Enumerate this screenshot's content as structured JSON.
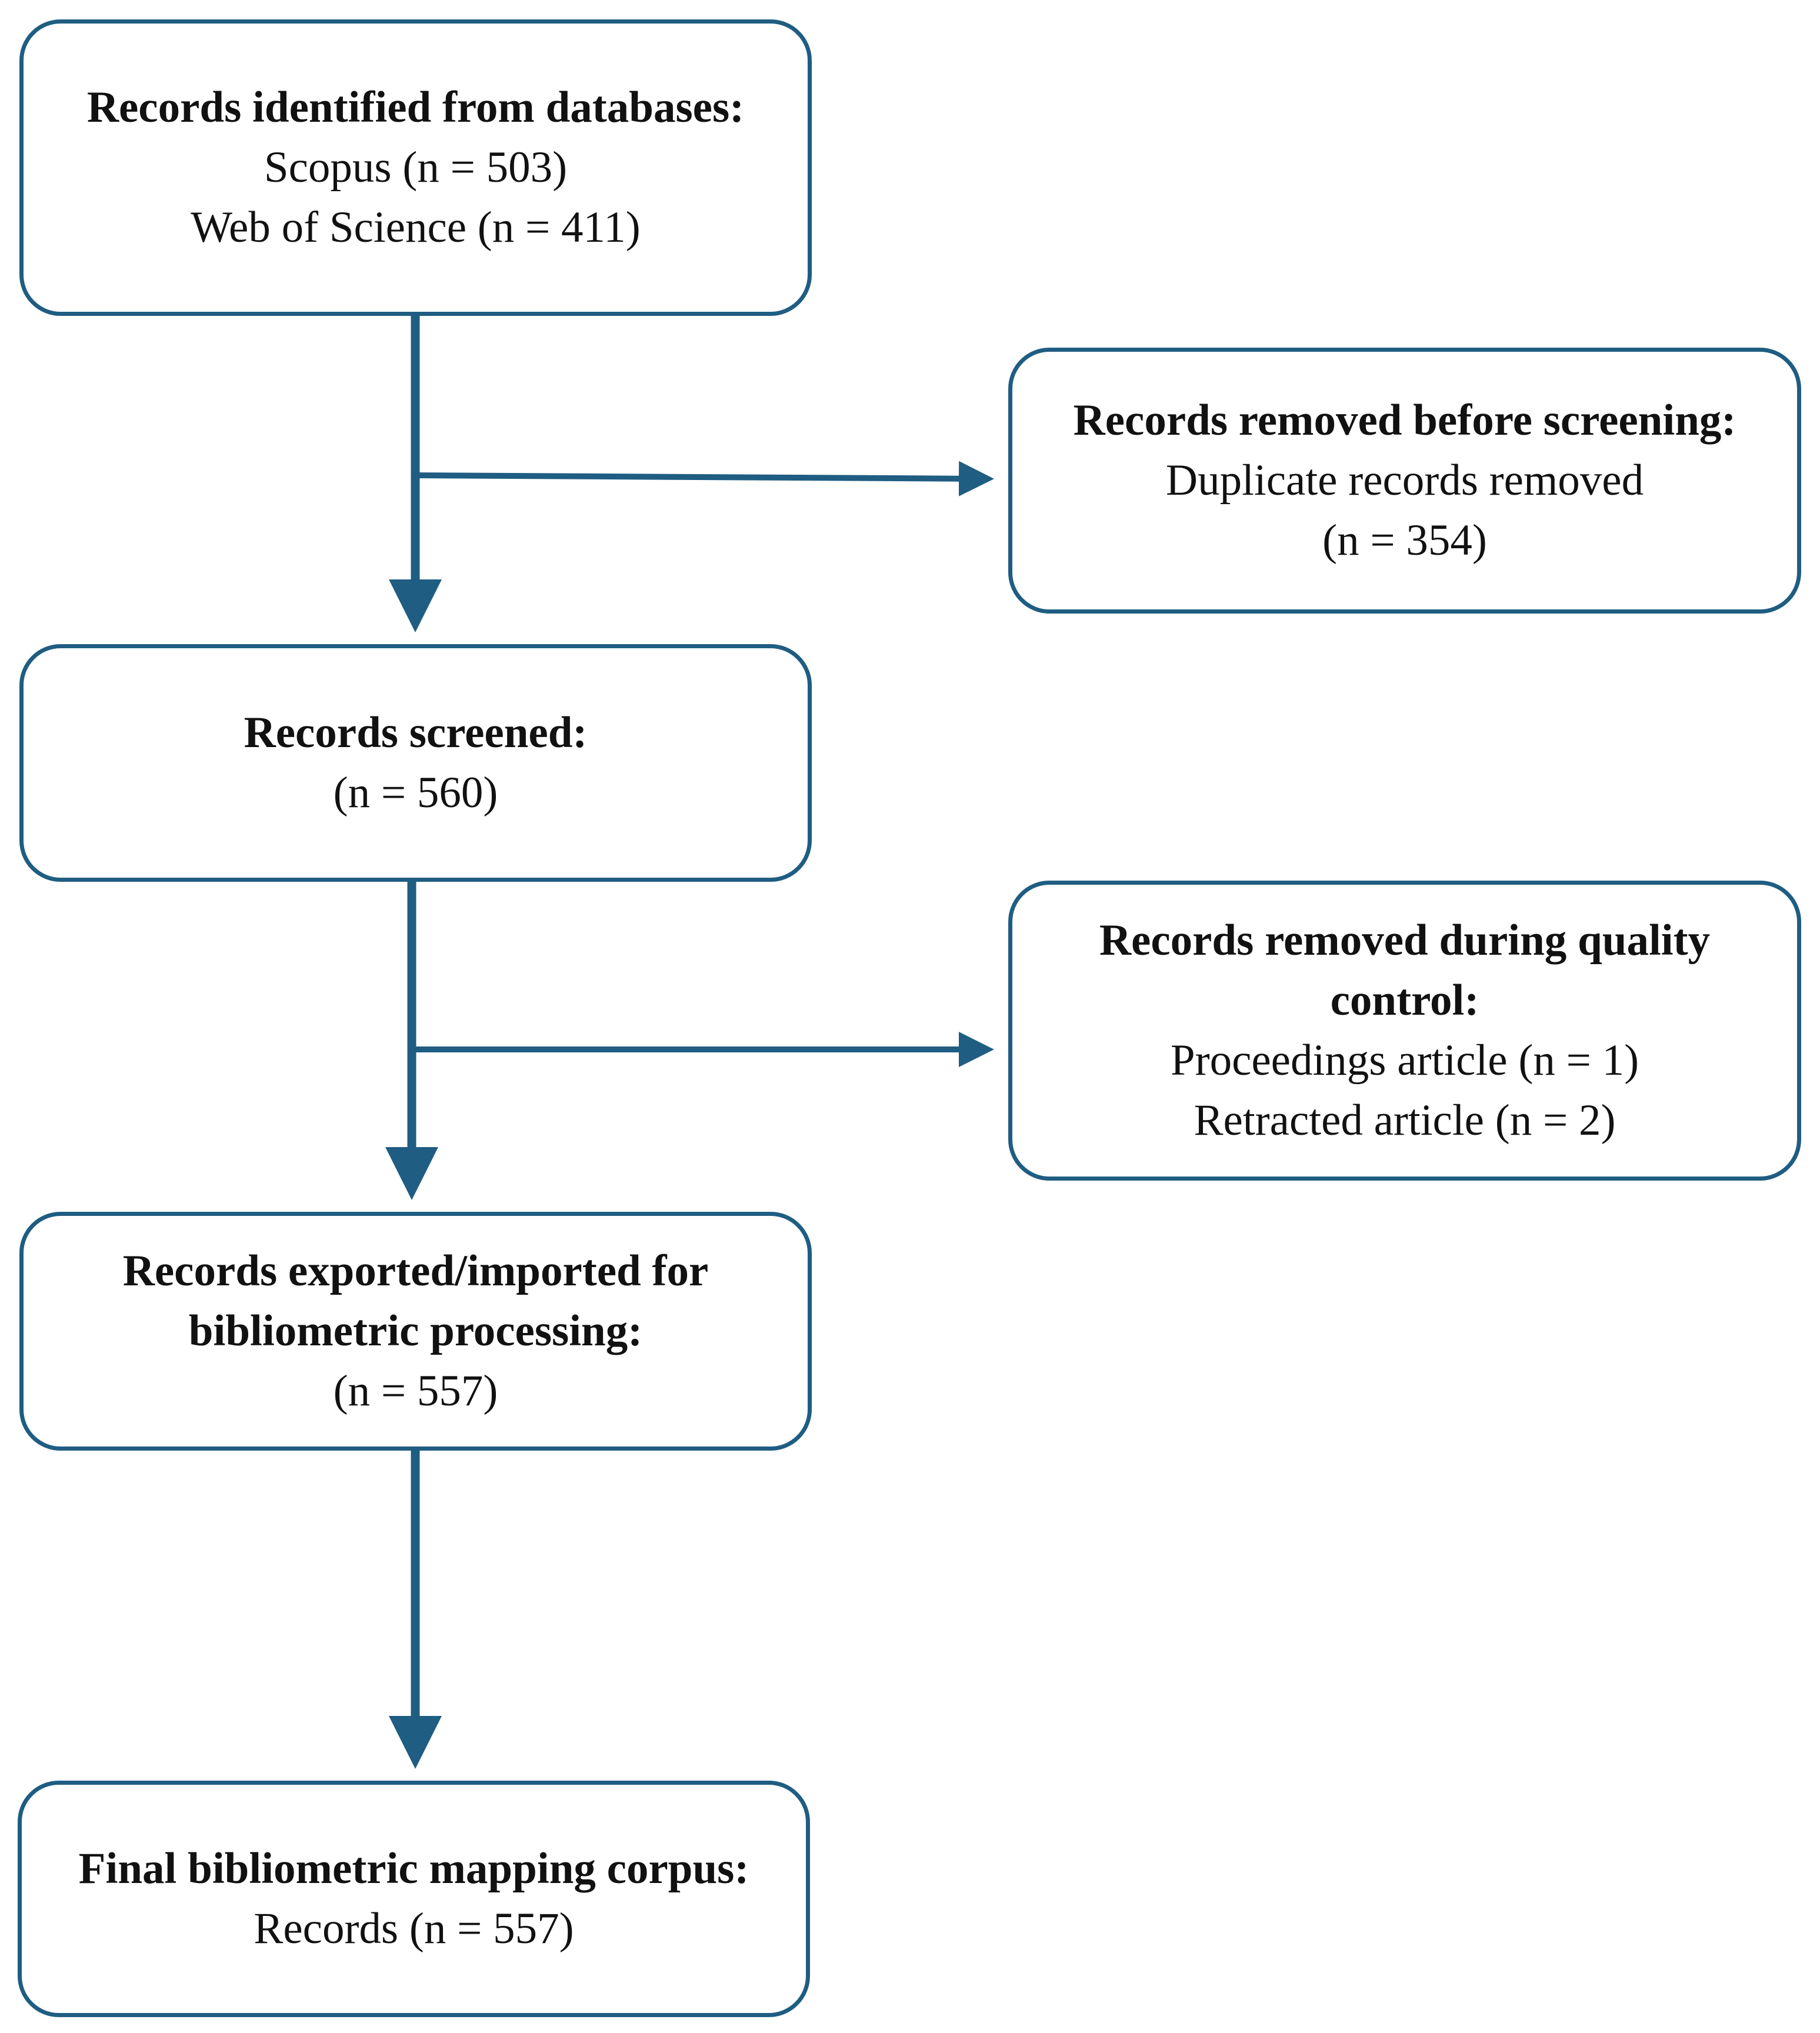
{
  "colors": {
    "stroke": "#1f5d82",
    "text": "#111111",
    "background": "#ffffff"
  },
  "boxes": {
    "identified": {
      "title": "Records identified from databases:",
      "lines": [
        "Scopus (n = 503)",
        "Web of Science (n = 411)"
      ]
    },
    "removed_before": {
      "title": "Records removed before screening:",
      "lines": [
        "Duplicate records removed",
        "(n = 354)"
      ]
    },
    "screened": {
      "title": "Records screened:",
      "lines": [
        "(n = 560)"
      ]
    },
    "quality": {
      "title": "Records removed during quality control:",
      "lines": [
        "Proceedings article (n = 1)",
        "Retracted article (n = 2)"
      ]
    },
    "exported": {
      "title": "Records exported/imported for bibliometric processing:",
      "lines": [
        "(n = 557)"
      ]
    },
    "final": {
      "title": "Final bibliometric mapping corpus:",
      "lines": [
        "Records (n = 557)"
      ]
    }
  }
}
